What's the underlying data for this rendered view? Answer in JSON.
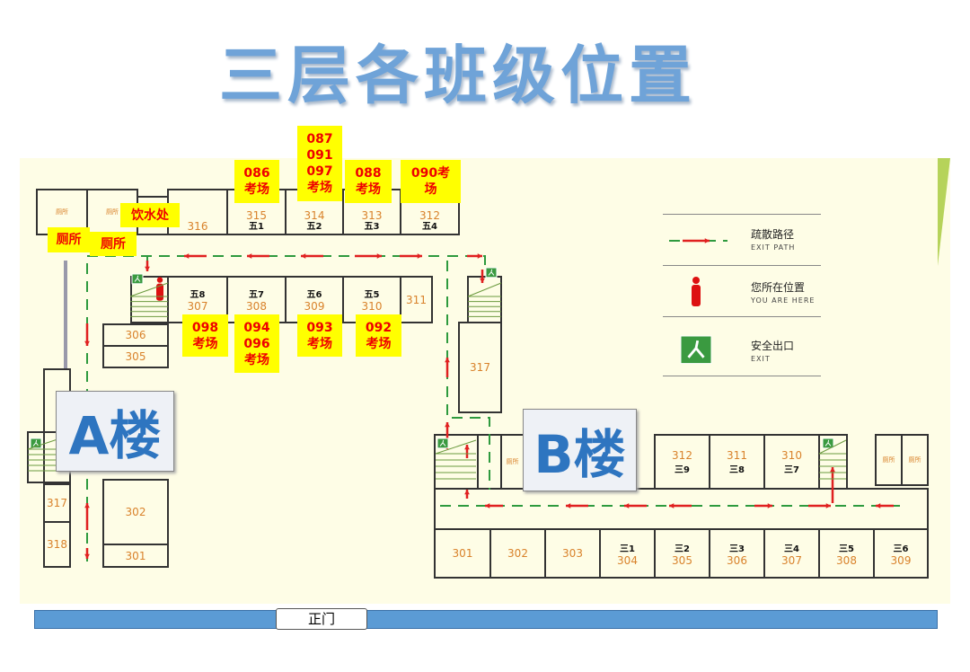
{
  "title": "三层各班级位置",
  "building_a": {
    "label": "A楼",
    "rooms": [
      {
        "n": "厕所"
      },
      {
        "n": "厕所"
      },
      {
        "n": "316"
      },
      {
        "n": "315",
        "t": "五1"
      },
      {
        "n": "314",
        "t": "五2"
      },
      {
        "n": "313",
        "t": "五3"
      },
      {
        "n": "312",
        "t": "五4"
      },
      {
        "n": "307",
        "t": "五8"
      },
      {
        "n": "308",
        "t": "五7"
      },
      {
        "n": "309",
        "t": "五6"
      },
      {
        "n": "310",
        "t": "五5"
      },
      {
        "n": "311"
      },
      {
        "n": "306"
      },
      {
        "n": "305"
      },
      {
        "n": "317"
      },
      {
        "n": "302"
      },
      {
        "n": "301"
      },
      {
        "n": "317"
      },
      {
        "n": "318"
      }
    ]
  },
  "building_b": {
    "label": "B楼",
    "rooms": [
      {
        "n": "厕所"
      },
      {
        "n": "312",
        "t": "三9"
      },
      {
        "n": "311",
        "t": "三8"
      },
      {
        "n": "310",
        "t": "三7"
      },
      {
        "n": "厕所"
      },
      {
        "n": "厕所"
      },
      {
        "n": "301"
      },
      {
        "n": "302"
      },
      {
        "n": "303"
      },
      {
        "n": "304",
        "t": "三1"
      },
      {
        "n": "305",
        "t": "三2"
      },
      {
        "n": "306",
        "t": "三3"
      },
      {
        "n": "307",
        "t": "三4"
      },
      {
        "n": "308",
        "t": "三5"
      },
      {
        "n": "309",
        "t": "三6"
      }
    ]
  },
  "labels": [
    [
      "086",
      "考场"
    ],
    [
      "087",
      "091",
      "097",
      "考场"
    ],
    [
      "088",
      "考场"
    ],
    [
      "090考",
      "场"
    ],
    [
      "饮水处"
    ],
    [
      "厕所"
    ],
    [
      "厕所"
    ],
    [
      "098",
      "考场"
    ],
    [
      "094",
      "096",
      "考场"
    ],
    [
      "093",
      "考场"
    ],
    [
      "092",
      "考场"
    ]
  ],
  "legend": {
    "path": "疏散路径",
    "path_en": "EXIT PATH",
    "here": "您所在位置",
    "here_en": "YOU ARE HERE",
    "exit": "安全出口",
    "exit_en": "EXIT"
  },
  "gate": "正门",
  "colors": {
    "path": "#2e9a3e",
    "arrow": "#e02020",
    "label_bg": "#ffff00",
    "bar": "#5b9bd5"
  }
}
